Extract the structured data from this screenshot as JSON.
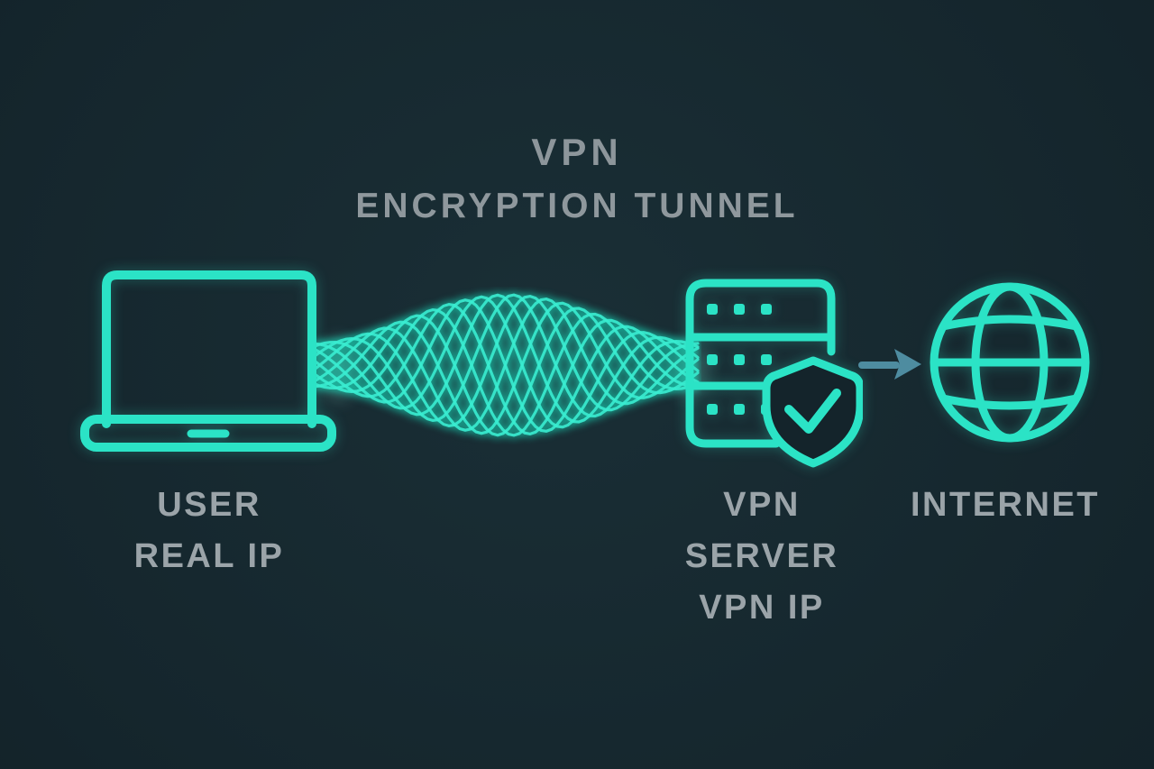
{
  "title": {
    "line1": "VPN",
    "line2": "ENCRYPTION TUNNEL"
  },
  "nodes": {
    "user": {
      "icon": "laptop-icon",
      "label_lines": {
        "0": "USER",
        "1": "REAL IP"
      }
    },
    "vpn_server": {
      "icon": "server-shield-check-icon",
      "label_lines": {
        "0": "VPN",
        "1": "SERVER",
        "2": "VPN IP"
      }
    },
    "internet": {
      "icon": "globe-icon",
      "label_lines": {
        "0": "INTERNET"
      }
    }
  },
  "connections": {
    "tunnel": "encryption-mesh-tunnel",
    "arrow": "right-arrow"
  },
  "colors": {
    "background": "#15262d",
    "accent_teal": "#2be3c6",
    "mesh_teal": "#3aecd0",
    "label_gray": "#9ba4a9",
    "title_gray": "#8d969b",
    "arrow_blue": "#4e8ca0"
  }
}
